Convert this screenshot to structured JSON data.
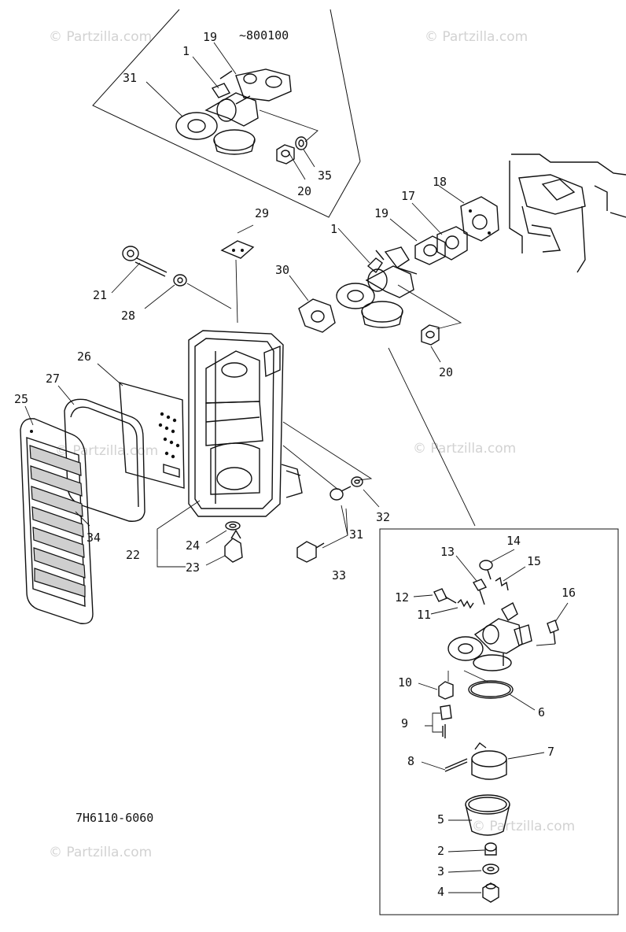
{
  "diagram": {
    "drawing_number": "7H6110-6060",
    "serial_note": "~800100",
    "watermark": "© Partzilla.com",
    "callouts": {
      "c1": "1",
      "c2": "2",
      "c3": "3",
      "c4": "4",
      "c5": "5",
      "c6": "6",
      "c7": "7",
      "c8": "8",
      "c9": "9",
      "c10": "10",
      "c11": "11",
      "c12": "12",
      "c13": "13",
      "c14": "14",
      "c15": "15",
      "c16": "16",
      "c17": "17",
      "c18": "18",
      "c19": "19",
      "c20": "20",
      "c21": "21",
      "c22": "22",
      "c23": "23",
      "c24": "24",
      "c25": "25",
      "c26": "26",
      "c27": "27",
      "c28": "28",
      "c29": "29",
      "c30": "30",
      "c31": "31",
      "c32": "32",
      "c33": "33",
      "c34": "34",
      "c35": "35"
    }
  }
}
